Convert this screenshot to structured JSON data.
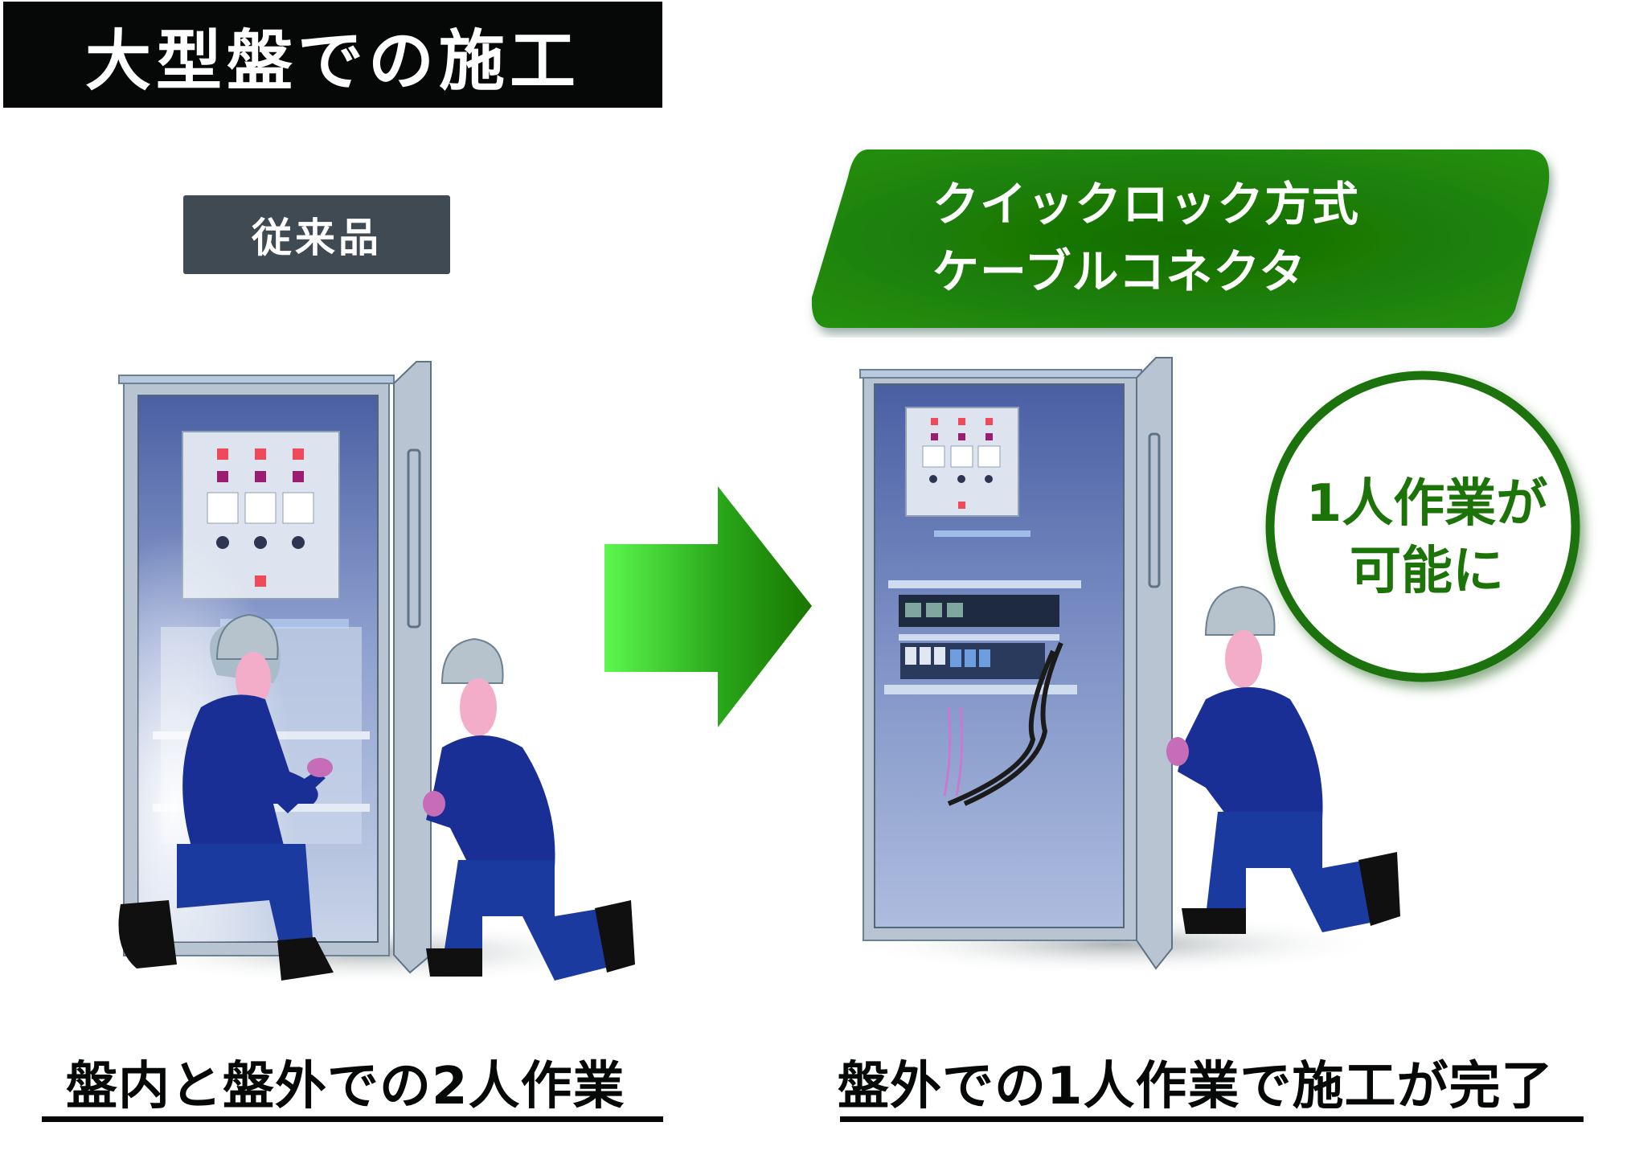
{
  "header": {
    "title": "大型盤での施工"
  },
  "left_panel": {
    "label": "従来品",
    "caption": "盤内と盤外での2人作業",
    "worker_count": 2
  },
  "right_panel": {
    "banner_line1": "クイックロック方式",
    "banner_line2": "ケーブルコネクタ",
    "bubble_line1": "1人作業が",
    "bubble_line2": "可能に",
    "caption": "盤外での1人作業で施工が完了",
    "worker_count": 1
  },
  "icons": {
    "arrow": "right-arrow-icon",
    "cabinet": "electrical-cabinet-illustration",
    "worker": "worker-illustration"
  },
  "colors": {
    "title_bg": "#060808",
    "label_bg": "#3f4a53",
    "banner_green": "#1e7f08",
    "bubble_green": "#1c7307",
    "arrow_light": "#5cf84e",
    "arrow_dark": "#1a7a00",
    "uniform_blue": "#1a2f95",
    "cabinet_gray": "#b9c4d3"
  }
}
